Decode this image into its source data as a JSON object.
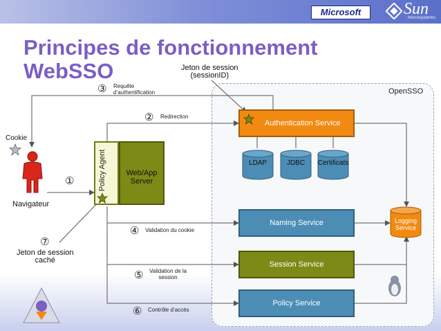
{
  "header": {
    "microsoft_logo": "Microsoft",
    "sun_logo": "Sun",
    "sun_logo_sub": "microsystems",
    "title": "Principes de fonctionnement\nWebSSO"
  },
  "diagram": {
    "opensso_label": "OpenSSO",
    "token_label": "Jeton de session\n(sessionID)",
    "cookie_label": "Cookie",
    "navigator_label": "Navigateur",
    "policy_agent_label": "Policy Agent",
    "webapp_label": "Web/App\nServer",
    "hidden_token_label": "Jeton de session\ncaché",
    "services": {
      "auth": "Authentication Service",
      "naming": "Naming Service",
      "session": "Session Service",
      "policy": "Policy Service",
      "logging": "Logging\nService"
    },
    "stores": [
      "LDAP",
      "JDBC",
      "Certificats"
    ],
    "steps": [
      {
        "num": "③",
        "label": "Requête\nd’authentification"
      },
      {
        "num": "②",
        "label": "Redirection"
      },
      {
        "num": "①",
        "label": ""
      },
      {
        "num": "④",
        "label": "Validation du cookie"
      },
      {
        "num": "⑤",
        "label": "Validation de la\nsession"
      },
      {
        "num": "⑥",
        "label": "Contrôle d’accès"
      },
      {
        "num": "⑦",
        "label": ""
      }
    ]
  },
  "colors": {
    "title": "#7a5fc4",
    "orange": "#f28a12",
    "blue": "#4c8db5",
    "green": "#7e8a16"
  }
}
